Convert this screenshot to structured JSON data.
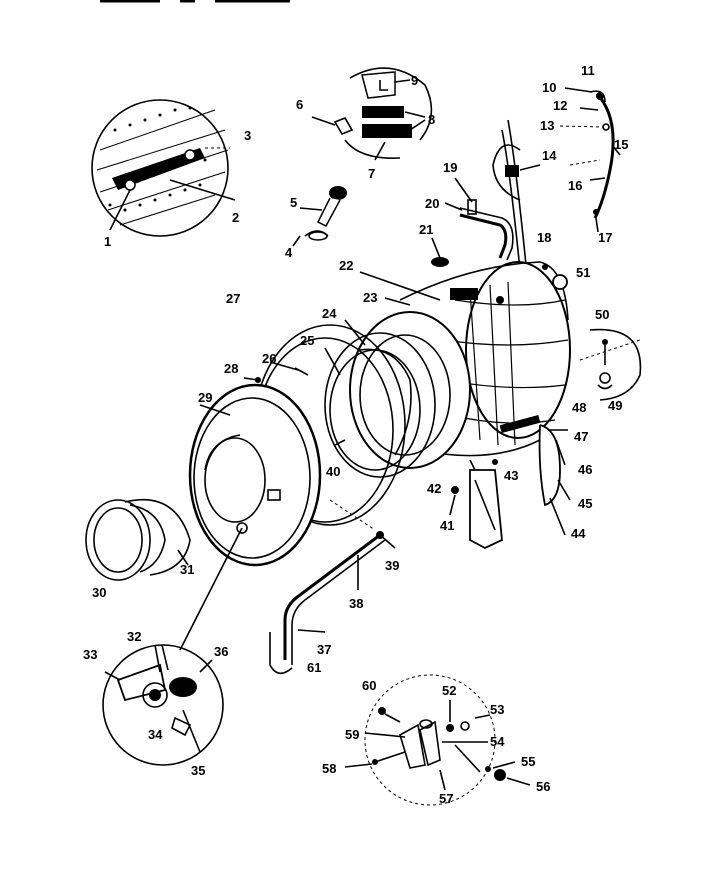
{
  "parts": [
    {
      "id": "p1",
      "text": "1"
    },
    {
      "id": "p2",
      "text": "2"
    },
    {
      "id": "p3",
      "text": "3"
    },
    {
      "id": "p4",
      "text": "4"
    },
    {
      "id": "p5",
      "text": "5"
    },
    {
      "id": "p6",
      "text": "6"
    },
    {
      "id": "p7",
      "text": "7"
    },
    {
      "id": "p8",
      "text": "8"
    },
    {
      "id": "p9",
      "text": "9"
    },
    {
      "id": "p10",
      "text": "10"
    },
    {
      "id": "p11",
      "text": "11"
    },
    {
      "id": "p12",
      "text": "12"
    },
    {
      "id": "p13",
      "text": "13"
    },
    {
      "id": "p14",
      "text": "14"
    },
    {
      "id": "p15",
      "text": "15"
    },
    {
      "id": "p16",
      "text": "16"
    },
    {
      "id": "p17",
      "text": "17"
    },
    {
      "id": "p18",
      "text": "18"
    },
    {
      "id": "p19",
      "text": "19"
    },
    {
      "id": "p20",
      "text": "20"
    },
    {
      "id": "p21",
      "text": "21"
    },
    {
      "id": "p22",
      "text": "22"
    },
    {
      "id": "p23",
      "text": "23"
    },
    {
      "id": "p24",
      "text": "24"
    },
    {
      "id": "p25",
      "text": "25"
    },
    {
      "id": "p26",
      "text": "26"
    },
    {
      "id": "p27",
      "text": "27"
    },
    {
      "id": "p28",
      "text": "28"
    },
    {
      "id": "p29",
      "text": "29"
    },
    {
      "id": "p30",
      "text": "30"
    },
    {
      "id": "p31",
      "text": "31"
    },
    {
      "id": "p32",
      "text": "32"
    },
    {
      "id": "p33",
      "text": "33"
    },
    {
      "id": "p34",
      "text": "34"
    },
    {
      "id": "p35",
      "text": "35"
    },
    {
      "id": "p36",
      "text": "36"
    },
    {
      "id": "p37",
      "text": "37"
    },
    {
      "id": "p38",
      "text": "38"
    },
    {
      "id": "p39",
      "text": "39"
    },
    {
      "id": "p40",
      "text": "40"
    },
    {
      "id": "p41",
      "text": "41"
    },
    {
      "id": "p42",
      "text": "42"
    },
    {
      "id": "p43",
      "text": "43"
    },
    {
      "id": "p44",
      "text": "44"
    },
    {
      "id": "p45",
      "text": "45"
    },
    {
      "id": "p46",
      "text": "46"
    },
    {
      "id": "p47",
      "text": "47"
    },
    {
      "id": "p48",
      "text": "48"
    },
    {
      "id": "p49",
      "text": "49"
    },
    {
      "id": "p50",
      "text": "50"
    },
    {
      "id": "p51",
      "text": "51"
    },
    {
      "id": "p52",
      "text": "52"
    },
    {
      "id": "p53",
      "text": "53"
    },
    {
      "id": "p54",
      "text": "54"
    },
    {
      "id": "p55",
      "text": "55"
    },
    {
      "id": "p56",
      "text": "56"
    },
    {
      "id": "p57",
      "text": "57"
    },
    {
      "id": "p58",
      "text": "58"
    },
    {
      "id": "p59",
      "text": "59"
    },
    {
      "id": "p60",
      "text": "60"
    },
    {
      "id": "p61",
      "text": "61"
    }
  ]
}
